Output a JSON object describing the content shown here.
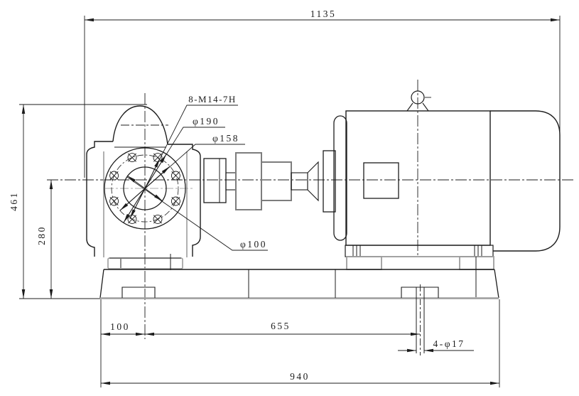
{
  "drawing": {
    "dimensions": {
      "overall_length": "1135",
      "overall_height": "461",
      "shaft_center_height": "280",
      "pump_center_offset": "100",
      "base_hole_span": "655",
      "base_length": "940",
      "base_holes": "4-φ17"
    },
    "flange_labels": {
      "bolt_holes": "8-M14-7H",
      "flange_od": "φ190",
      "bolt_circle": "φ158",
      "bore": "φ100"
    },
    "colors": {
      "line": "#1c1c1c",
      "accent_gray": "#9c9c9c",
      "background": "#ffffff"
    }
  }
}
